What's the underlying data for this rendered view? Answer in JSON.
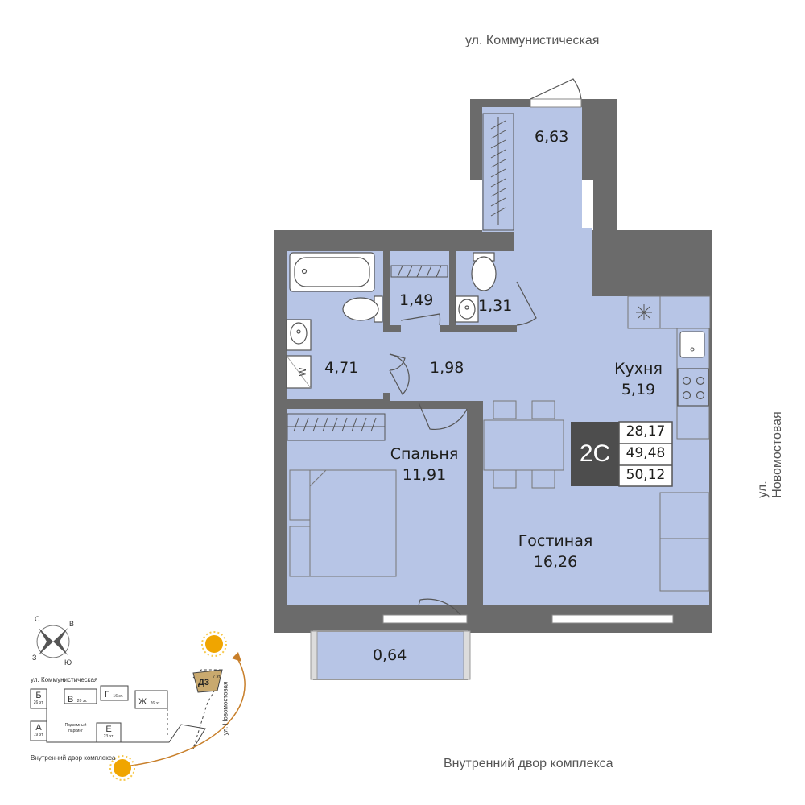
{
  "streets": {
    "top": "ул. Коммунистическая",
    "right": "ул. Новомостовая",
    "bottom": "Внутренний двор комплекса"
  },
  "rooms": {
    "balcony_top": {
      "area": "6,63"
    },
    "bath": {
      "area": "4,71"
    },
    "storage": {
      "area": "1,49"
    },
    "wc": {
      "area": "1,31"
    },
    "hall": {
      "area": "1,98"
    },
    "kitchen": {
      "name": "Кухня",
      "area": "5,19"
    },
    "bedroom": {
      "name": "Спальня",
      "area": "11,91"
    },
    "living": {
      "name": "Гостиная",
      "area": "16,26"
    },
    "balcony_bottom": {
      "area": "0,64"
    }
  },
  "summary": {
    "type": "2С",
    "living_area": "28,17",
    "total_area": "49,48",
    "total_with_balcony": "50,12"
  },
  "fixtures": {
    "washer_mark": "W"
  },
  "compass": {
    "north": "С",
    "east": "В",
    "west": "З",
    "south": "Ю"
  },
  "site_plan": {
    "street_top": "ул. Коммунистическая",
    "street_right": "ул. Новомостовая",
    "courtyard": "Внутренний двор комплекса",
    "parking_line1": "Подземный",
    "parking_line2": "паркинг",
    "buildings": [
      {
        "letter": "Б",
        "floors": "26 эт."
      },
      {
        "letter": "В",
        "floors": "20 эт."
      },
      {
        "letter": "Г",
        "floors": "16 эт."
      },
      {
        "letter": "Ж",
        "floors": "26 эт."
      },
      {
        "letter": "А",
        "floors": "19 эт."
      },
      {
        "letter": "Е",
        "floors": "23 эт."
      },
      {
        "letter": "Д3",
        "floors": "7 эт."
      }
    ]
  },
  "colors": {
    "room_fill": "#b7c5e6",
    "wall": "#6b6b6b",
    "badge": "#4d4d4d",
    "sun": "#f0a500",
    "arrow": "#c87f2a"
  }
}
